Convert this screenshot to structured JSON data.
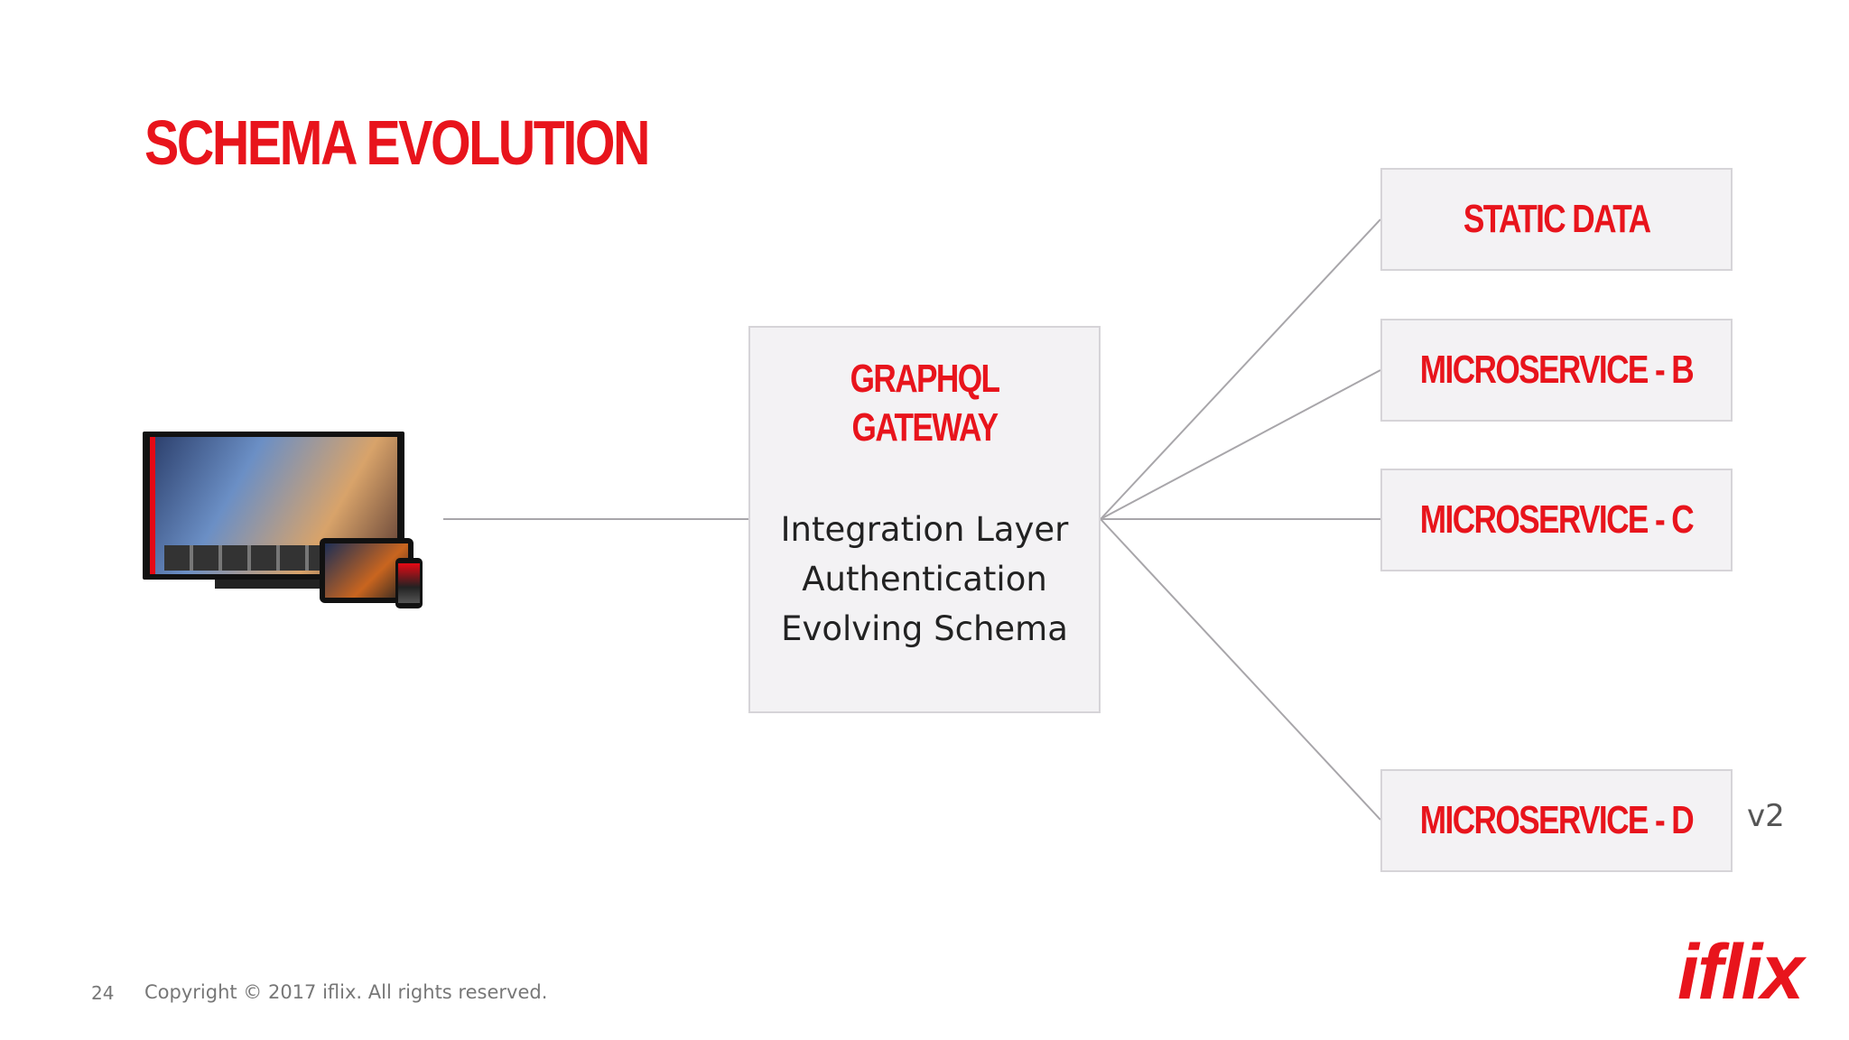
{
  "slide": {
    "title": "SCHEMA EVOLUTION",
    "page_number": "24",
    "copyright": "Copyright © 2017 iflix. All rights reserved.",
    "logo_text": "iflix"
  },
  "colors": {
    "accent": "#e8141c",
    "box_fill": "#f3f2f4",
    "box_border": "#d6d4d8",
    "connector": "#a8a6aa"
  },
  "devices_image": {
    "icon": "multi-device-icon"
  },
  "gateway": {
    "title_line1": "GRAPHQL",
    "title_line2": "GATEWAY",
    "capabilities": [
      "Integration Layer",
      "Authentication",
      "Evolving Schema"
    ]
  },
  "services": [
    {
      "label": "STATIC DATA"
    },
    {
      "label": "MICROSERVICE - B"
    },
    {
      "label": "MICROSERVICE - C"
    },
    {
      "label": "MICROSERVICE - D",
      "version": "v2"
    }
  ]
}
